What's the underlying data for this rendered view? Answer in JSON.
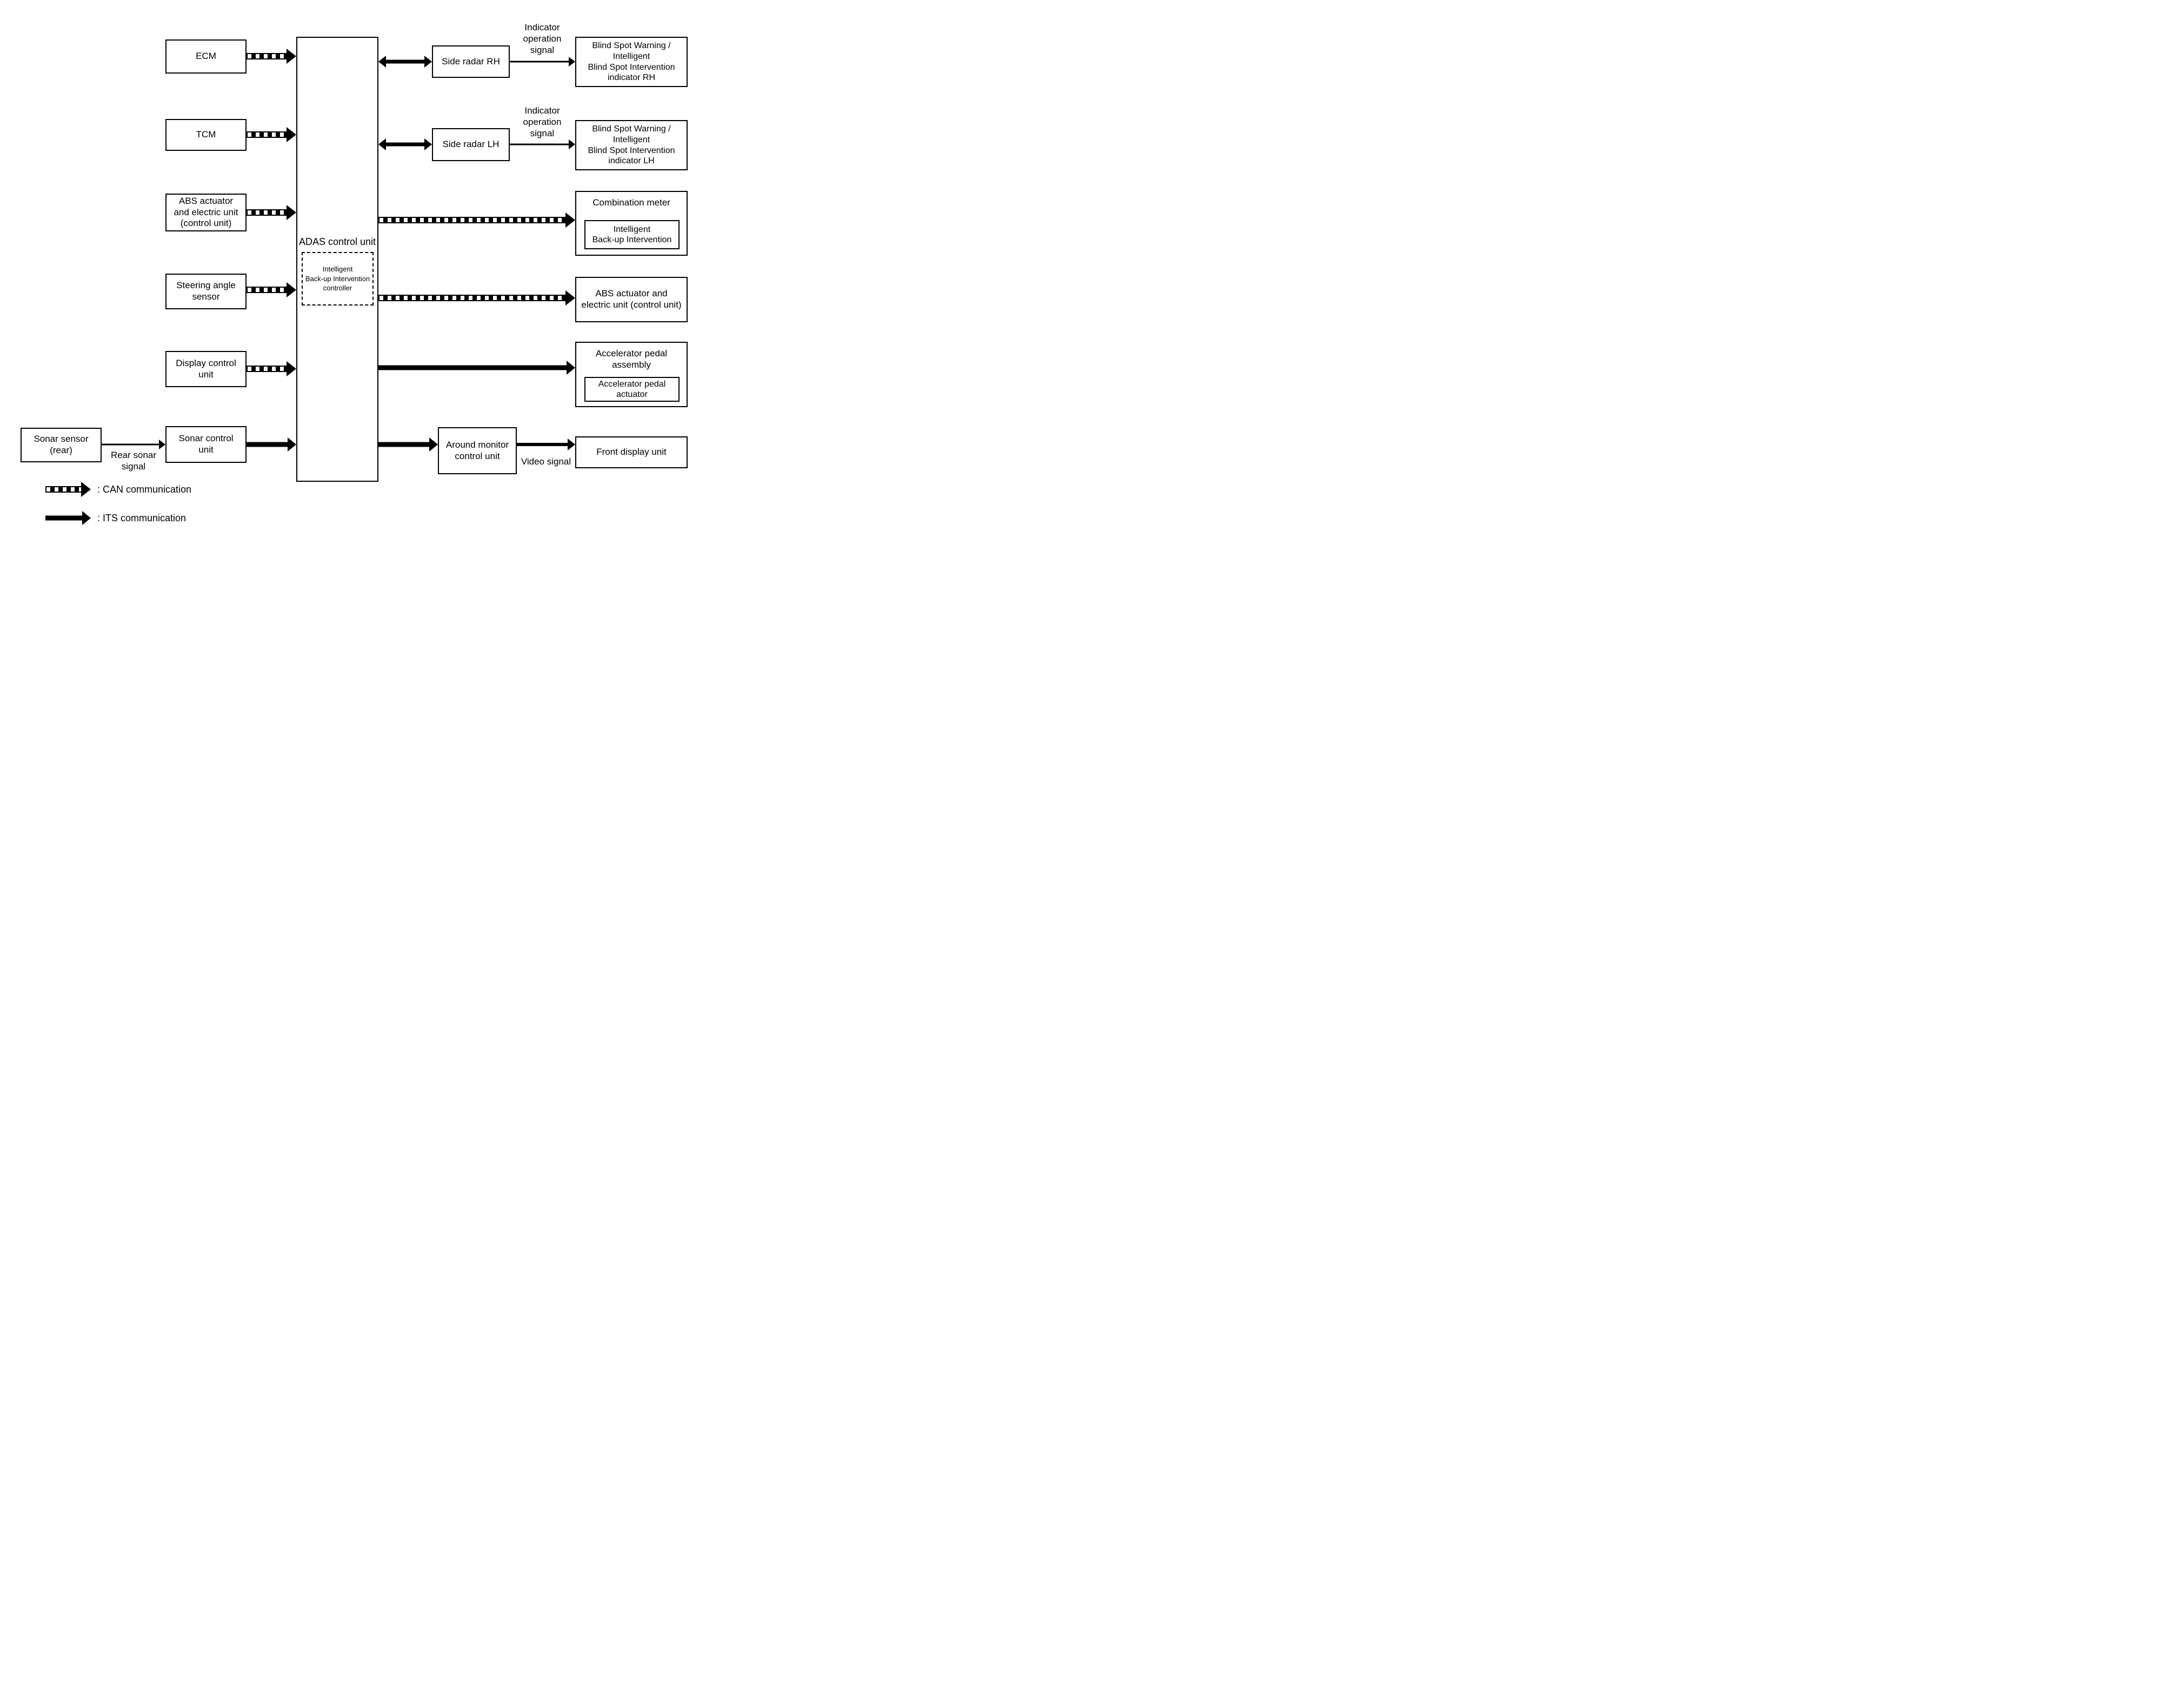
{
  "nodes": {
    "ecm": "ECM",
    "tcm": "TCM",
    "abs_left": "ABS actuator\nand electric unit\n(control unit)",
    "steering": "Steering angle\nsensor",
    "display_control": "Display control\nunit",
    "sonar_sensor": "Sonar sensor\n(rear)",
    "sonar_control": "Sonar control\nunit",
    "adas": "ADAS control unit",
    "ibi_controller": "Intelligent\nBack-up Intervention\ncontroller",
    "side_radar_rh": "Side radar RH",
    "side_radar_lh": "Side radar LH",
    "around_monitor": "Around monitor\ncontrol unit",
    "bsw_rh": "Blind Spot Warning /\nIntelligent\nBlind Spot Intervention\nindicator RH",
    "bsw_lh": "Blind Spot Warning /\nIntelligent\nBlind Spot Intervention\nindicator LH",
    "combination_meter": "Combination meter",
    "ibi_meter": "Intelligent\nBack-up Intervention",
    "abs_right": "ABS actuator and\nelectric unit (control unit)",
    "accel_assembly": "Accelerator pedal\nassembly",
    "accel_actuator": "Accelerator pedal\nactuator",
    "front_display": "Front display unit"
  },
  "signals": {
    "indicator_rh": "Indicator\noperation\nsignal",
    "indicator_lh": "Indicator\noperation\nsignal",
    "rear_sonar": "Rear sonar\nsignal",
    "video": "Video signal"
  },
  "legend": {
    "can": ": CAN communication",
    "its": ": ITS communication"
  },
  "colors": {
    "line": "#000000",
    "background": "#ffffff"
  }
}
